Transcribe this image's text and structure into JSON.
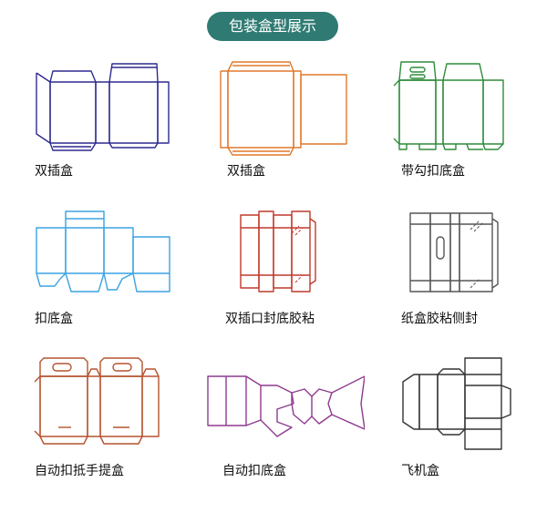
{
  "header": {
    "title": "包装盒型展示",
    "accent_color": "#2f7b73"
  },
  "boxes": [
    {
      "label": "双插盒",
      "color": "#2e2a8f",
      "icon": "double-tuck-box-dieline"
    },
    {
      "label": "双插盒",
      "color": "#e0782c",
      "icon": "double-tuck-box-dieline"
    },
    {
      "label": "带勾扣底盒",
      "color": "#2e8b3a",
      "icon": "hook-lock-bottom-box-dieline"
    },
    {
      "label": "扣底盒",
      "color": "#3aa3e3",
      "icon": "lock-bottom-box-dieline"
    },
    {
      "label": "双插口封底胶粘",
      "color": "#c0392b",
      "icon": "glued-bottom-tuck-box-dieline"
    },
    {
      "label": "纸盒胶粘侧封",
      "color": "#555555",
      "icon": "side-glued-carton-dieline"
    },
    {
      "label": "自动扣抵手提盒",
      "color": "#b5532e",
      "icon": "auto-lock-handle-box-dieline"
    },
    {
      "label": "自动扣底盒",
      "color": "#8e3a8f",
      "icon": "auto-lock-bottom-box-dieline"
    },
    {
      "label": "飞机盒",
      "color": "#333333",
      "icon": "mailer-box-dieline"
    }
  ]
}
